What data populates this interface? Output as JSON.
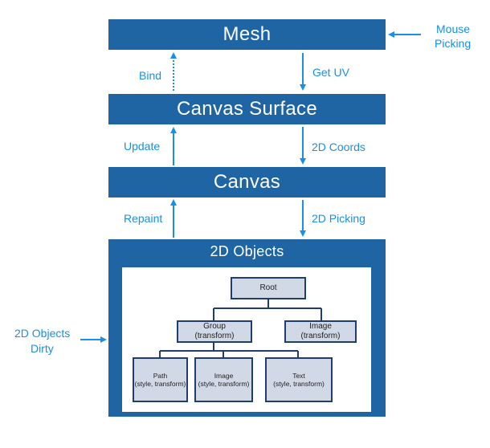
{
  "layers": {
    "mesh": "Mesh",
    "canvas_surface": "Canvas Surface",
    "canvas": "Canvas",
    "objects": "2D Objects"
  },
  "arrows": {
    "bind": "Bind",
    "get_uv": "Get UV",
    "update": "Update",
    "coords": "2D Coords",
    "repaint": "Repaint",
    "picking": "2D Picking",
    "mouse_picking_1": "Mouse",
    "mouse_picking_2": "Picking",
    "dirty_1": "2D Objects",
    "dirty_2": "Dirty"
  },
  "tree": {
    "root": "Root",
    "group": {
      "name": "Group",
      "sub": "(transform)"
    },
    "image_top": {
      "name": "Image",
      "sub": "(transform)"
    },
    "path": {
      "name": "Path",
      "sub": "(style, transform)"
    },
    "image_leaf": {
      "name": "Image",
      "sub": "(style, transform)"
    },
    "text": {
      "name": "Text",
      "sub": "(style, transform)"
    }
  },
  "colors": {
    "layer": "#1f65a4",
    "arrow": "#1a8fe8",
    "node_fill": "#d1d8e6",
    "node_border": "#1f3e6b"
  }
}
